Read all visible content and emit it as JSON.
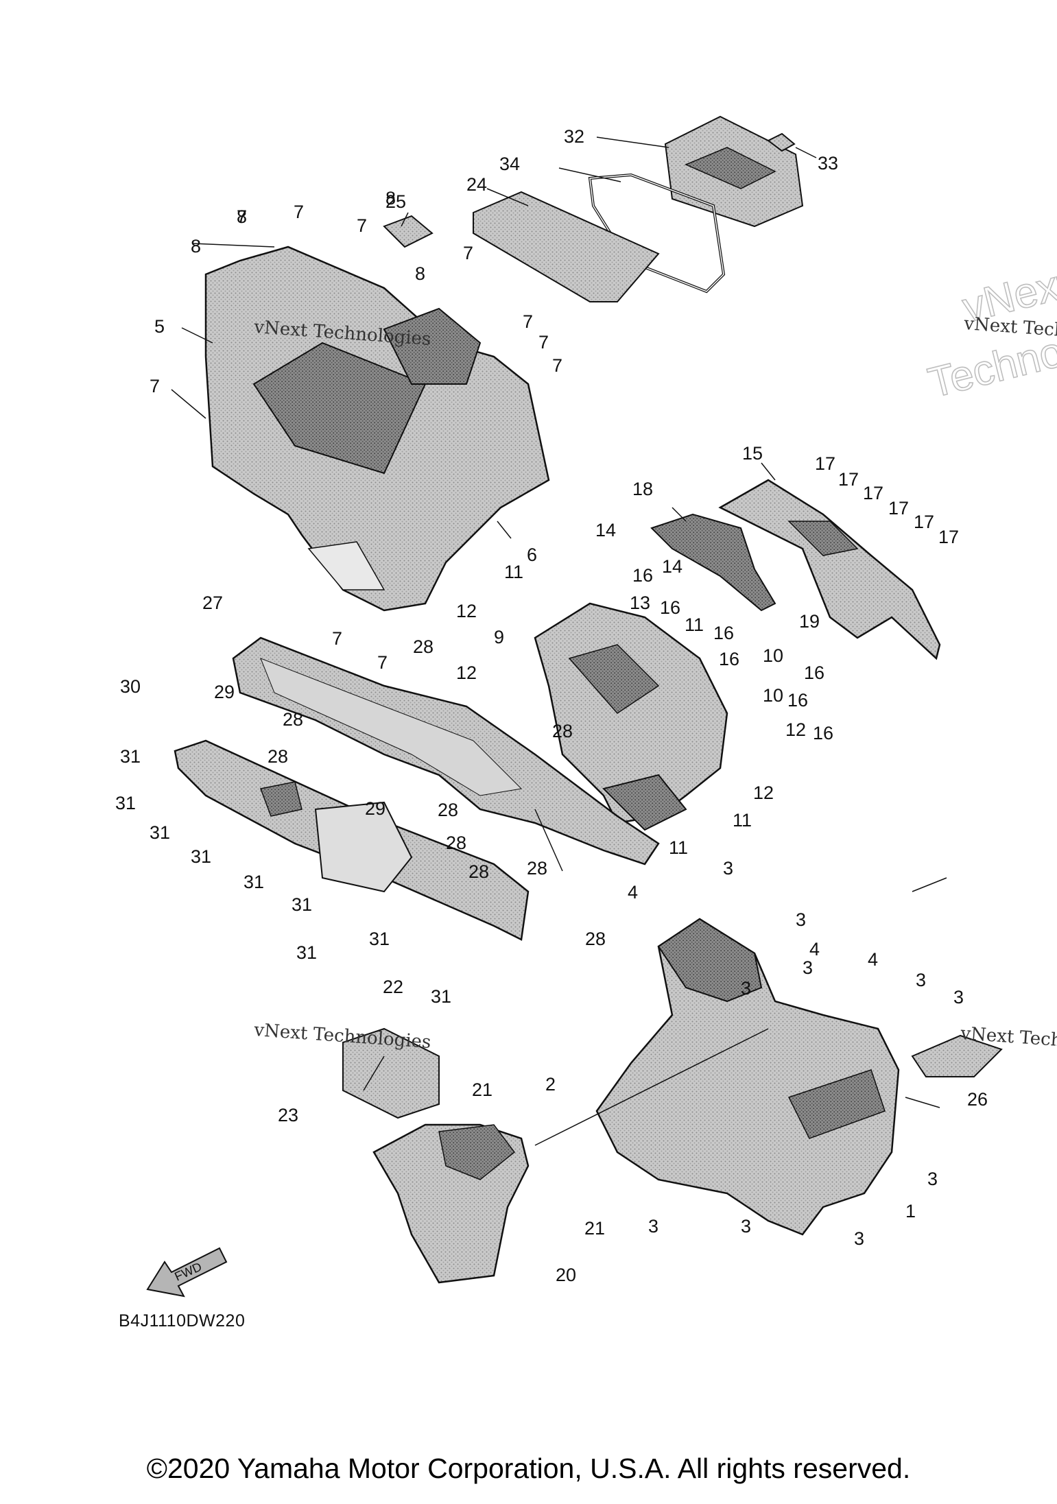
{
  "diagram": {
    "code": "B4J1110DW220",
    "direction_label": "FWD",
    "watermark_line1": "vNext Technologies",
    "watermark_big": "Technologies",
    "watermark_small": "vNext",
    "callouts": [
      "1",
      "2",
      "3",
      "3",
      "3",
      "3",
      "3",
      "3",
      "3",
      "3",
      "3",
      "3",
      "4",
      "4",
      "4",
      "5",
      "6",
      "7",
      "7",
      "7",
      "7",
      "7",
      "7",
      "7",
      "7",
      "7",
      "7",
      "8",
      "8",
      "8",
      "8",
      "9",
      "10",
      "10",
      "11",
      "11",
      "11",
      "11",
      "12",
      "12",
      "12",
      "12",
      "13",
      "14",
      "14",
      "15",
      "16",
      "16",
      "16",
      "16",
      "16",
      "16",
      "16",
      "17",
      "17",
      "17",
      "17",
      "17",
      "17",
      "18",
      "19",
      "20",
      "21",
      "21",
      "22",
      "23",
      "24",
      "25",
      "26",
      "27",
      "28",
      "28",
      "28",
      "28",
      "28",
      "28",
      "28",
      "28",
      "28",
      "29",
      "29",
      "30",
      "31",
      "31",
      "31",
      "31",
      "31",
      "31",
      "31",
      "31",
      "31",
      "32",
      "33",
      "34"
    ]
  },
  "footer": {
    "copyright": "©2020 Yamaha Motor Corporation, U.S.A. All rights reserved."
  }
}
